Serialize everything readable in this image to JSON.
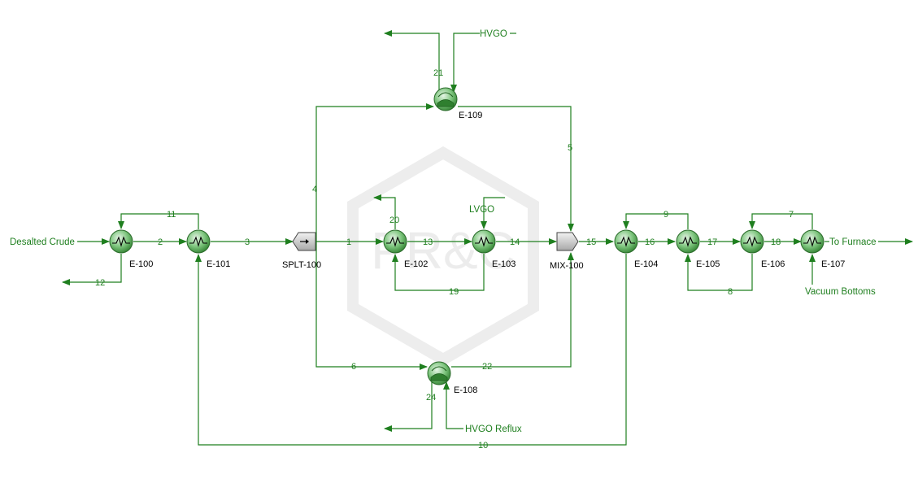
{
  "colors": {
    "stream": "#1f7f1f",
    "unit_label": "#000000",
    "equipment_fill": "#6cb86c",
    "watermark": "#e9e9e9"
  },
  "watermark": {
    "text": "PR&C"
  },
  "equipment": {
    "e100": "E-100",
    "e101": "E-101",
    "splt100": "SPLT-100",
    "e102": "E-102",
    "e103": "E-103",
    "mix100": "MIX-100",
    "e104": "E-104",
    "e105": "E-105",
    "e106": "E-106",
    "e107": "E-107",
    "e108": "E-108",
    "e109": "E-109"
  },
  "streams": {
    "s1": "1",
    "s2": "2",
    "s3": "3",
    "s4": "4",
    "s5": "5",
    "s6": "6",
    "s7": "7",
    "s8": "8",
    "s9": "9",
    "s10": "10",
    "s11": "11",
    "s12": "12",
    "s13": "13",
    "s14": "14",
    "s15": "15",
    "s16": "16",
    "s17": "17",
    "s18": "18",
    "s19": "19",
    "s20": "20",
    "s21": "21",
    "s22": "22",
    "s24": "24"
  },
  "feeds": {
    "desalted_crude": "Desalted Crude",
    "to_furnace": "To Furnace",
    "vacuum_bottoms": "Vacuum Bottoms",
    "hvgo": "HVGO",
    "lvgo": "LVGO",
    "hvgo_reflux": "HVGO Reflux"
  }
}
